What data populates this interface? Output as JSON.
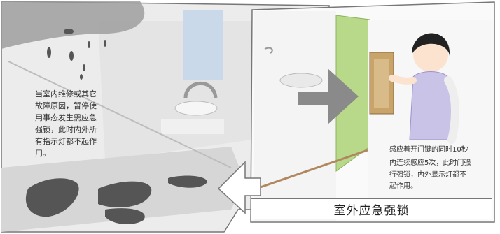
{
  "left_panel": {
    "notice_text": "当室内维修或其它\n故障原因，暂停使\n用事态发生需应急\n强锁，此时内外所\n有指示灯都不起作\n用。"
  },
  "right_panel": {
    "instruction_line1": "感应着开门键的同时10秒",
    "instruction_line2": "内连续感应5次，此时门强",
    "instruction_line3": "行强锁，内外显示灯都不",
    "instruction_line4": "起作用。",
    "caption": "室外应急强锁"
  },
  "colors": {
    "door_green": "#b9d98a",
    "arrow_gray": "#8a8a8a",
    "apron_purple": "#c9c3e8",
    "panel_gold": "#c9a46a"
  }
}
